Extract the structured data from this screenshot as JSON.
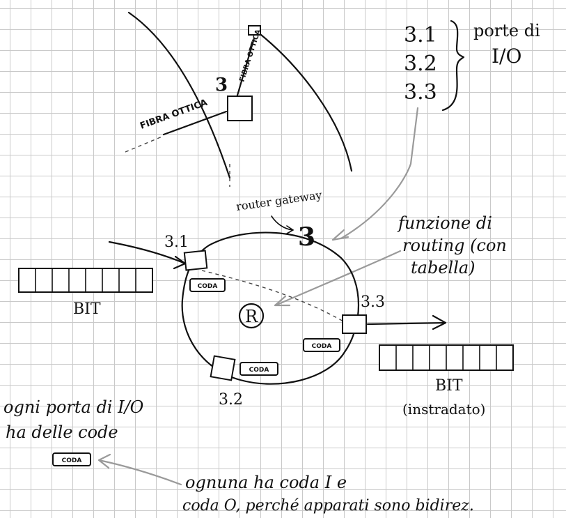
{
  "labels": {
    "fibra_ottica_1": "FIBRA OTTICA",
    "fibra_ottica_2": "FIBRA OTTICA",
    "node_number_top": "3",
    "port_list": [
      "3.1",
      "3.2",
      "3.3"
    ],
    "porte_io_line1": "porte di",
    "porte_io_line2": "I/O",
    "router_gateway": "router gateway",
    "router_number": "3",
    "funzione_line1": "funzione di",
    "funzione_line2": "routing (con",
    "funzione_line3": "tabella)",
    "port_3_1": "3.1",
    "port_3_2": "3.2",
    "port_3_3": "3.3",
    "router_symbol": "R",
    "coda": "CODA",
    "bit_left": "BIT",
    "bit_right": "BIT",
    "bit_right_sub": "(instradato)",
    "ogni_line1": "ogni porta di I/O",
    "ogni_line2": "ha delle code",
    "ognuna_line1": "ognuna ha coda I e",
    "ognuna_line2": "coda O, perché apparati sono bidirez."
  },
  "colors": {
    "ink": "#111111",
    "annotation_arrow": "#9a9a9a",
    "grid": "#c9c9c9"
  }
}
